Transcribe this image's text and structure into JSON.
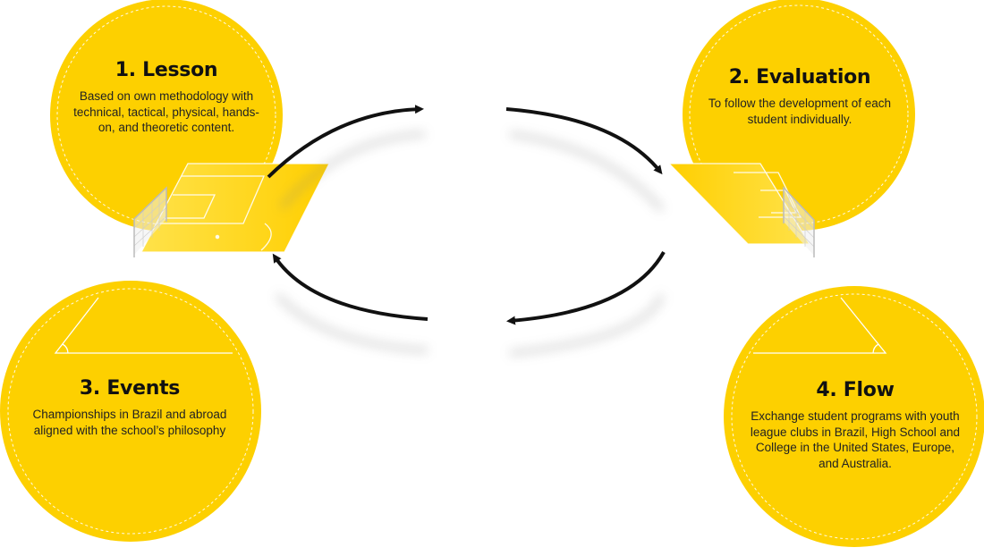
{
  "steps": [
    {
      "title": "1. Lesson",
      "description": "Based on own methodology with technical, tactical, physical, hands-on, and theoretic content."
    },
    {
      "title": "2. Evaluation",
      "description": "To follow the development of each student individually."
    },
    {
      "title": "3. Events",
      "description": "Championships in Brazil and abroad aligned with the school’s philosophy"
    },
    {
      "title": "4. Flow",
      "description": "Exchange student programs with youth league clubs in Brazil, High School and College in the United States, Europe, and Australia."
    }
  ],
  "colors": {
    "circle": "#fdd000",
    "circle_dash": "#ffffff",
    "field": "#ffd500",
    "field_light": "#ffe566",
    "arrow": "#111111"
  }
}
